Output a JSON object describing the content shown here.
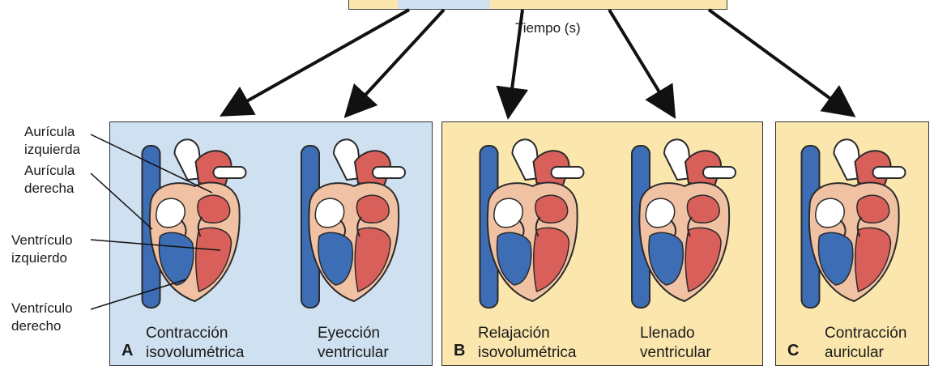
{
  "colors": {
    "blue_panel": "#cfe0f1",
    "yellow_panel": "#fbe7ad",
    "vein_blue": "#3d6db5",
    "arterial_red": "#d9605a",
    "muscle_pink": "#f1c1a4",
    "outline": "#2a2a2a"
  },
  "time_axis": {
    "label": "Tiempo (s)"
  },
  "side_labels": {
    "left_atrium": [
      "Aurícula",
      "izquierda"
    ],
    "right_atrium": [
      "Aurícula",
      "derecha"
    ],
    "left_ventricle": [
      "Ventrículo",
      "izquierdo"
    ],
    "right_ventricle": [
      "Ventrículo",
      "derecho"
    ]
  },
  "panels": {
    "a": {
      "letter": "A",
      "phases": [
        {
          "line1": "Contracción",
          "line2": "isovolumétrica"
        },
        {
          "line1": "Eyección",
          "line2": "ventricular"
        }
      ]
    },
    "b": {
      "letter": "B",
      "phases": [
        {
          "line1": "Relajación",
          "line2": "isovolumétrica"
        },
        {
          "line1": "Llenado",
          "line2": "ventricular"
        }
      ]
    },
    "c": {
      "letter": "C",
      "phases": [
        {
          "line1": "Contracción",
          "line2": "auricular"
        }
      ]
    }
  }
}
